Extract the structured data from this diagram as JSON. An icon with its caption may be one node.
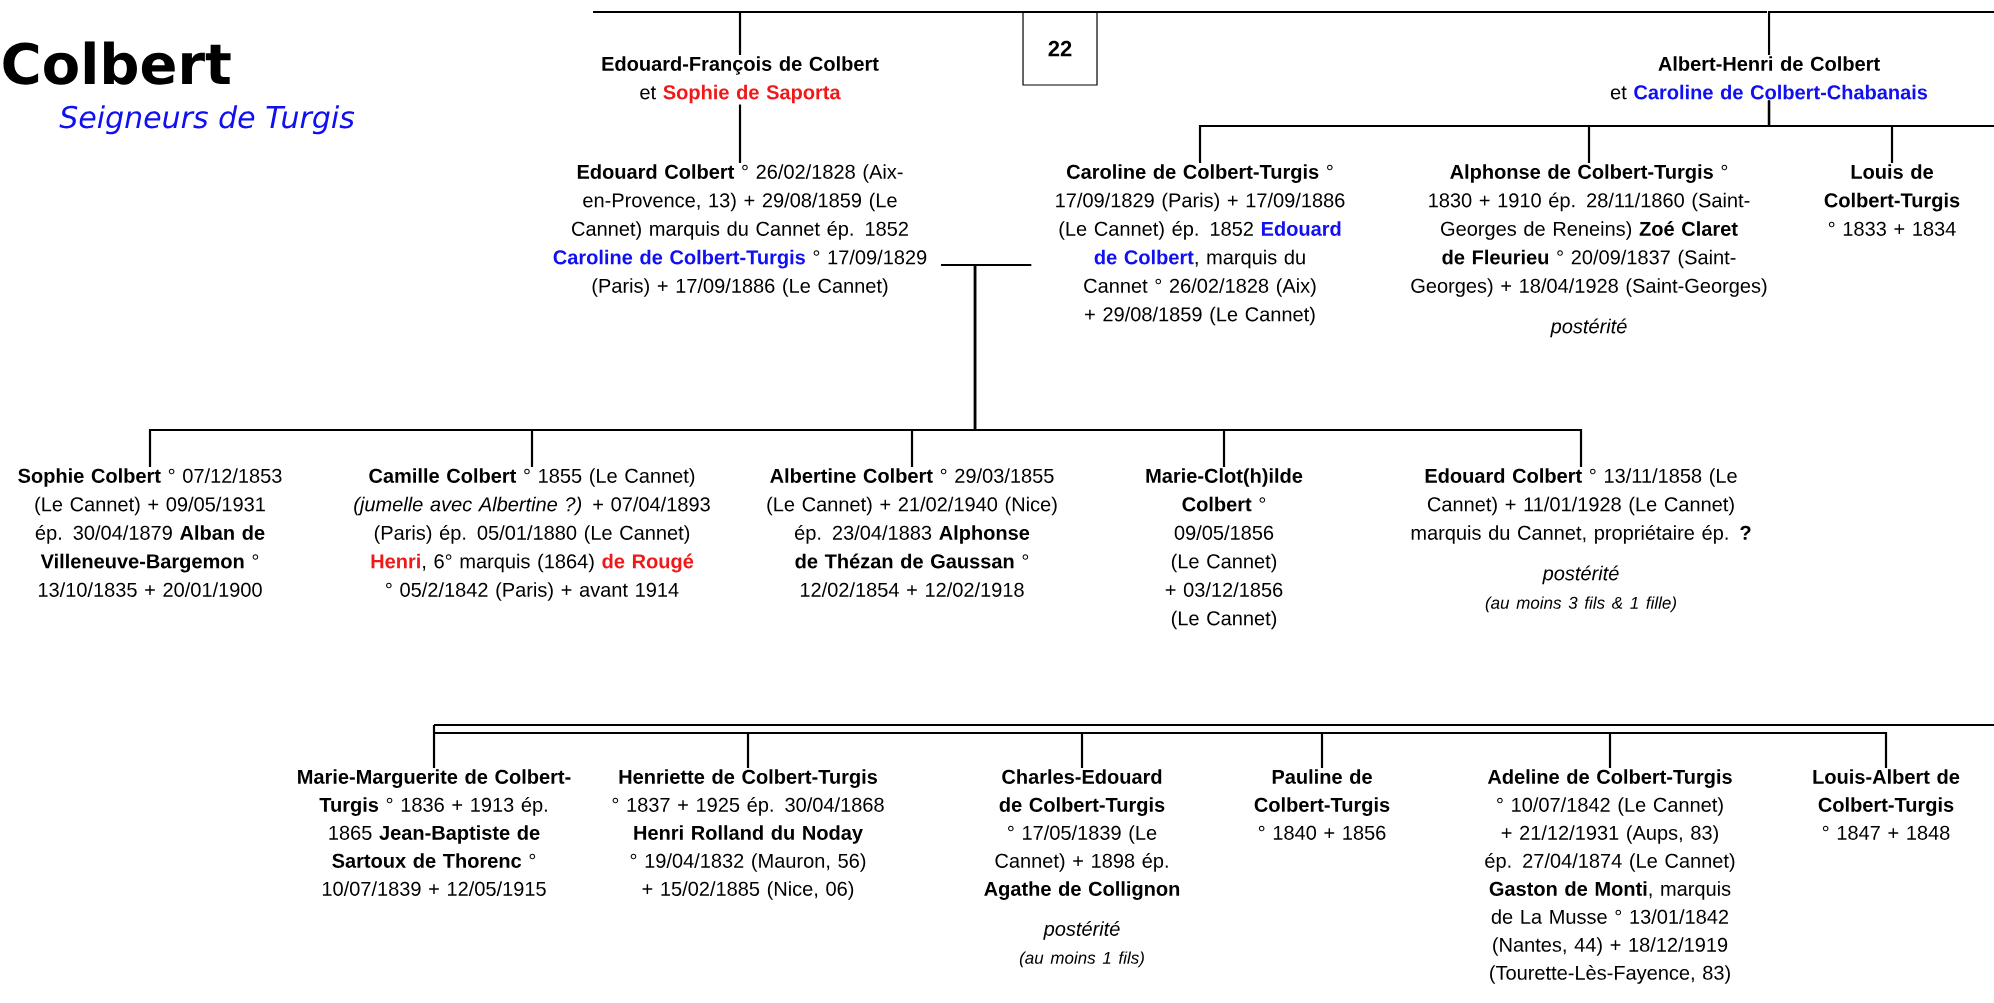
{
  "diagram": {
    "title": "Colbert",
    "labels": [
      "Seigneurs de Turgis"
    ],
    "nodes": [
      {
        "text": [
          "22"
        ]
      },
      {
        "text": [
          "Edouard-François de Colbert",
          "et",
          "Sophie de Saporta"
        ]
      },
      {
        "text": [
          "**Edouard Colbert** ° 26/02/1828 (Aix-en-Provence, 13) + 29/08/1859 (Le Cannet) marquis du Cannet ép. 1852",
          "Caroline de Colbert-Turgis",
          "° 17/09/1829 (Paris) + 17/09/1886 (Le Cannet)"
        ]
      },
      {
        "text": [
          "Albert-Henri de Colbert",
          "et",
          "Caroline de Colbert-Chabanais"
        ]
      },
      {
        "text": [
          "**Caroline de Colbert-Turgis** ° 17/09/1829 (Paris) + 17/09/1886 (Le Cannet) ép. 1852",
          "Edouard de Colbert",
          ", marquis du Cannet ° 26/02/1828 (Aix) + 29/08/1859 (Le Cannet)"
        ]
      },
      {
        "text": [
          "**Alphonse de Colbert-Turgis** ° 1830 + 1910 ép. 28/11/1860 (Saint-Georges de Reneins) **Zoé Claret de Fleurieu** ° 20/09/1837 (Saint-Georges) + 18/04/1928 (Saint-Georges)",
          "postérité"
        ]
      },
      {
        "text": [
          "**Louis de Colbert-Turgis** ° 1833 + 1834"
        ]
      },
      {
        "text": [
          "**Sophie Colbert** ° 07/12/1853 (Le Cannet) + 09/05/1931 ép. 30/04/1879 **Alban de Villeneuve-Bargemon** ° 13/10/1835 + 20/01/1900"
        ]
      },
      {
        "text": [
          "**Camille Colbert** ° 1855 (Le Cannet) *(jumelle avec Albertine ?)* + 07/04/1893 (Paris) ép. 05/01/1880 (Le Cannet)",
          "Henri",
          ", 6° marquis (1864)",
          "de Rougé",
          "° 05/2/1842 (Paris) + avant 1914"
        ]
      },
      {
        "text": [
          "**Albertine Colbert** ° 29/03/1855 (Le Cannet) + 21/02/1940 (Nice) ép. 23/04/1883 **Alphonse de Thézan de Gaussan** ° 12/02/1854 + 12/02/1918"
        ]
      },
      {
        "text": [
          "**Marie-Clot(h)ilde Colbert** ° 09/05/1856 (Le Cannet) + 03/12/1856 (Le Cannet)"
        ]
      },
      {
        "text": [
          "**Edouard Colbert** ° 13/11/1858 (Le Cannet) + 11/01/1928 (Le Cannet) marquis du Cannet, propriétaire ép. **?**",
          "postérité",
          "(au moins 3 fils & 1 fille)"
        ]
      },
      {
        "text": [
          "**Marie-Marguerite de Colbert-Turgis** ° 1836 + 1913 ép. 1865 **Jean-Baptiste de Sartoux de Thorenc** ° 10/07/1839 + 12/05/1915"
        ]
      },
      {
        "text": [
          "**Henriette de Colbert-Turgis** ° 1837 + 1925 ép. 30/04/1868 **Henri Rolland du Noday** ° 19/04/1832 (Mauron, 56) + 15/02/1885 (Nice, 06)"
        ]
      },
      {
        "text": [
          "**Charles-Edouard de Colbert-Turgis** ° 17/05/1839 (Le Cannet) + 1898 ép. **Agathe de Collignon**",
          "postérité",
          "(au moins 1 fils)"
        ]
      },
      {
        "text": [
          "**Pauline de Colbert-Turgis** ° 1840 + 1856"
        ]
      },
      {
        "text": [
          "**Adeline de Colbert-Turgis** ° 10/07/1842 (Le Cannet) + 21/12/1931 (Aups, 83) ép. 27/04/1874 (Le Cannet) **Gaston de Monti**, marquis de La Musse ° 13/01/1842 (Nantes, 44) + 18/12/1919 (Tourette-Lès-Fayence, 83)"
        ]
      },
      {
        "text": [
          "**Louis-Albert de Colbert-Turgis** ° 1847 + 1848"
        ]
      }
    ],
    "edges": [
      {
        "from": null,
        "to": 1,
        "arrow": "none"
      },
      {
        "from": null,
        "to": 3,
        "arrow": "none"
      },
      {
        "from": 1,
        "to": 2,
        "arrow": "none"
      },
      {
        "from": 3,
        "to": 4,
        "arrow": "none"
      },
      {
        "from": 3,
        "to": 5,
        "arrow": "none"
      },
      {
        "from": 3,
        "to": 6,
        "arrow": "none"
      },
      {
        "from": 2,
        "to": 4,
        "arrow": "none"
      },
      {
        "from": 2,
        "to": 7,
        "arrow": "none"
      },
      {
        "from": 2,
        "to": 8,
        "arrow": "none"
      },
      {
        "from": 2,
        "to": 9,
        "arrow": "none"
      },
      {
        "from": 2,
        "to": 10,
        "arrow": "none"
      },
      {
        "from": 2,
        "to": 11,
        "arrow": "none"
      },
      {
        "from": null,
        "to": 12,
        "arrow": "none"
      },
      {
        "from": null,
        "to": 13,
        "arrow": "none"
      },
      {
        "from": null,
        "to": 14,
        "arrow": "none"
      },
      {
        "from": null,
        "to": 15,
        "arrow": "none"
      },
      {
        "from": null,
        "to": 16,
        "arrow": "none"
      },
      {
        "from": null,
        "to": 17,
        "arrow": "none"
      }
    ]
  }
}
